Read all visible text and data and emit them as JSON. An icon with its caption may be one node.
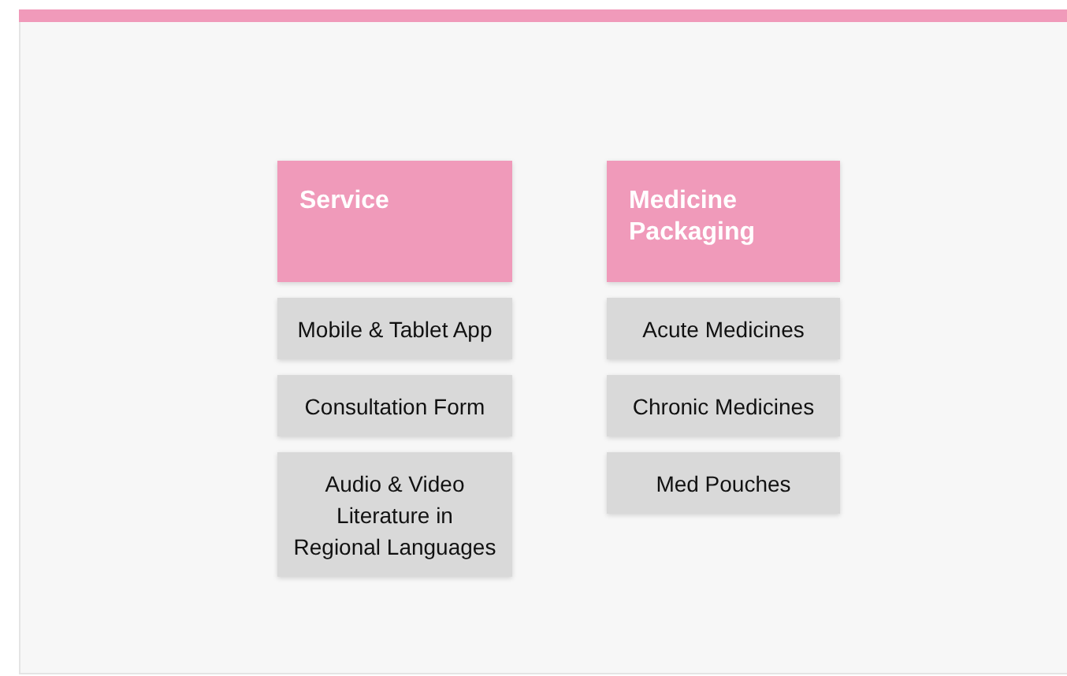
{
  "diagram": {
    "nodes": [
      {
        "text": [
          "Service"
        ]
      },
      {
        "text": [
          "Mobile & Tablet App"
        ]
      },
      {
        "text": [
          "Consultation Form"
        ]
      },
      {
        "text": [
          "Audio & Video Literature in Regional Languages"
        ]
      },
      {
        "text": [
          "Medicine Packaging"
        ]
      },
      {
        "text": [
          "Acute Medicines"
        ]
      },
      {
        "text": [
          "Chronic Medicines"
        ]
      },
      {
        "text": [
          "Med Pouches"
        ]
      }
    ],
    "edges": []
  }
}
